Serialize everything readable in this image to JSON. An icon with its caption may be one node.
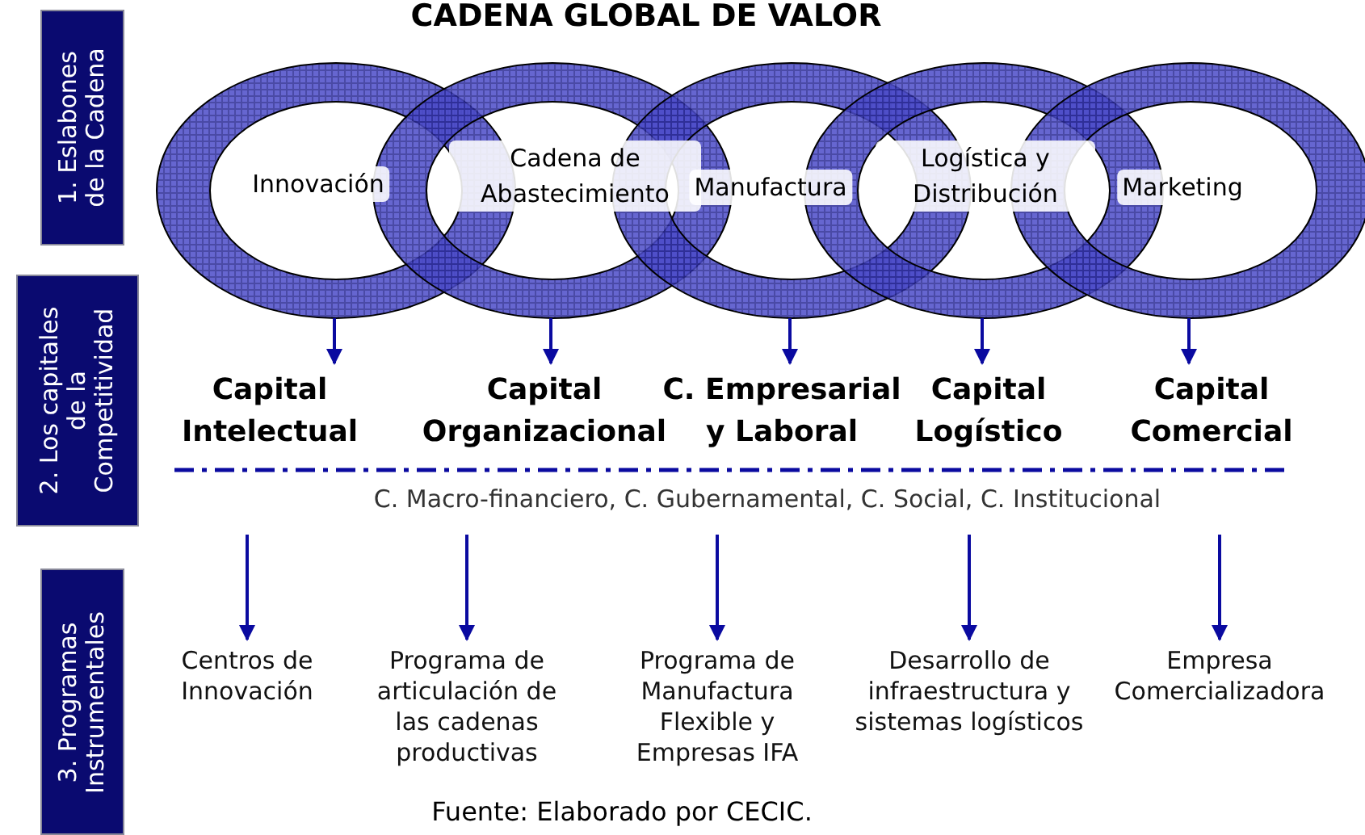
{
  "diagram": {
    "title": "CADENA GLOBAL DE VALOR",
    "caption": "Fuente: Elaborado por CECIC.",
    "nodes": [
      {
        "text": [
          "1. Eslabones de la Cadena"
        ]
      },
      {
        "text": [
          "2. Los capitales de la Competitividad"
        ]
      },
      {
        "text": [
          "3. Programas Instrumentales"
        ]
      },
      {
        "text": [
          "Innovación"
        ]
      },
      {
        "text": [
          "Cadena de Abastecimiento"
        ]
      },
      {
        "text": [
          "Manufactura"
        ]
      },
      {
        "text": [
          "Logística y Distribución"
        ]
      },
      {
        "text": [
          "Marketing"
        ]
      },
      {
        "text": [
          "Capital Intelectual"
        ]
      },
      {
        "text": [
          "Capital Organizacional"
        ]
      },
      {
        "text": [
          "C. Empresarial y Laboral"
        ]
      },
      {
        "text": [
          "Capital Logístico"
        ]
      },
      {
        "text": [
          "Capital Comercial"
        ]
      },
      {
        "text": [
          "Centros de Innovación"
        ]
      },
      {
        "text": [
          "Programa de articulación de las cadenas productivas"
        ]
      },
      {
        "text": [
          "Programa  de Manufactura Flexible y Empresas IFA"
        ]
      },
      {
        "text": [
          "Desarrollo de infraestructura y sistemas logísticos"
        ]
      },
      {
        "text": [
          "Empresa Comercializadora"
        ]
      }
    ],
    "edges": [
      {
        "from": 3,
        "to": 8,
        "arrow": "to"
      },
      {
        "from": 4,
        "to": 9,
        "arrow": "to"
      },
      {
        "from": 5,
        "to": 10,
        "arrow": "to"
      },
      {
        "from": 6,
        "to": 11,
        "arrow": "to"
      },
      {
        "from": 7,
        "to": 12,
        "arrow": "to"
      },
      {
        "from": null,
        "to": 13,
        "arrow": "to"
      },
      {
        "from": null,
        "to": 14,
        "arrow": "to"
      },
      {
        "from": null,
        "to": 15,
        "arrow": "to"
      },
      {
        "from": null,
        "to": 16,
        "arrow": "to"
      },
      {
        "from": null,
        "to": 17,
        "arrow": "to"
      }
    ],
    "labels": [
      "C. Macro-financiero, C. Gubernamental, C. Social, C. Institucional"
    ]
  }
}
